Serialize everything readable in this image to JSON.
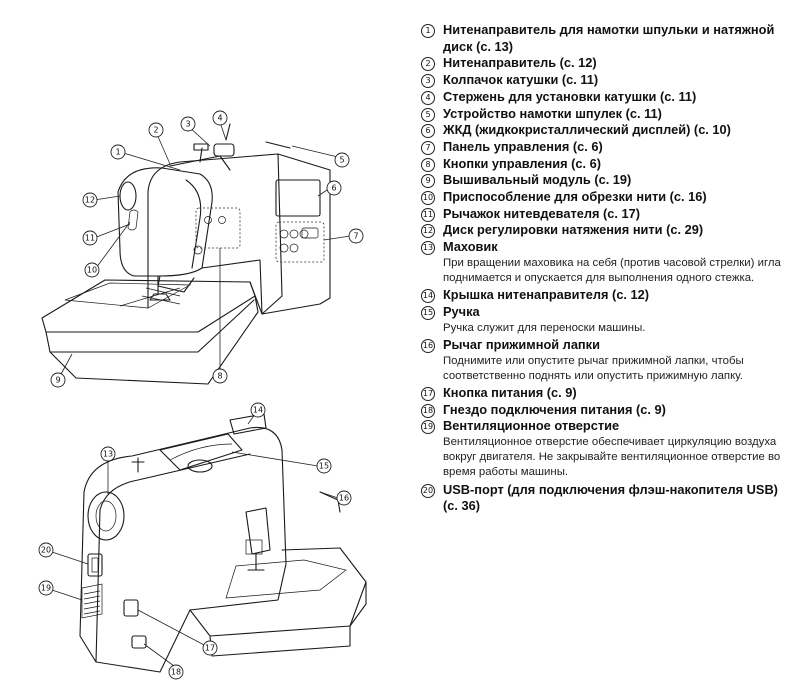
{
  "legend": [
    {
      "num": "1",
      "title": "Нитенаправитель для намотки шпульки и натяжной диск (с. 13)"
    },
    {
      "num": "2",
      "title": "Нитенаправитель (с. 12)"
    },
    {
      "num": "3",
      "title": "Колпачок катушки (с. 11)"
    },
    {
      "num": "4",
      "title": "Стержень для установки катушки (с. 11)"
    },
    {
      "num": "5",
      "title": "Устройство намотки шпулек (с. 11)"
    },
    {
      "num": "6",
      "title": "ЖКД (жидкокристаллический дисплей) (с. 10)"
    },
    {
      "num": "7",
      "title": "Панель управления (с. 6)"
    },
    {
      "num": "8",
      "title": "Кнопки управления (с. 6)"
    },
    {
      "num": "9",
      "title": "Вышивальный модуль (с. 19)"
    },
    {
      "num": "10",
      "title": "Приспособление для обрезки нити (с. 16)"
    },
    {
      "num": "11",
      "title": "Рычажок нитевдевателя (с. 17)"
    },
    {
      "num": "12",
      "title": "Диск регулировки натяжения нити (с. 29)"
    },
    {
      "num": "13",
      "title": "Маховик",
      "desc": "При вращении маховика на себя (против часовой стрелки) игла поднимается и опускается для выполнения одного стежка."
    },
    {
      "num": "14",
      "title": "Крышка нитенаправителя (с. 12)"
    },
    {
      "num": "15",
      "title": "Ручка",
      "desc": "Ручка служит для переноски машины."
    },
    {
      "num": "16",
      "title": "Рычаг прижимной лапки",
      "desc": "Поднимите или опустите рычаг прижимной лапки, чтобы соответственно поднять или опустить прижимную лапку."
    },
    {
      "num": "17",
      "title": "Кнопка питания (с. 9)"
    },
    {
      "num": "18",
      "title": "Гнездо подключения питания (с. 9)"
    },
    {
      "num": "19",
      "title": "Вентиляционное отверстие",
      "desc": "Вентиляционное отверстие обеспечивает циркуляцию воздуха вокруг двигателя. Не закрывайте вентиляционное отверстие во время работы машины."
    },
    {
      "num": "20",
      "title": "USB-порт (для подключения флэш-накопителя USB) (с. 36)"
    }
  ],
  "front_callouts": [
    "1",
    "2",
    "3",
    "4",
    "5",
    "6",
    "7",
    "8",
    "9",
    "10",
    "11",
    "12"
  ],
  "back_callouts": [
    "13",
    "14",
    "15",
    "16",
    "17",
    "18",
    "19",
    "20"
  ]
}
